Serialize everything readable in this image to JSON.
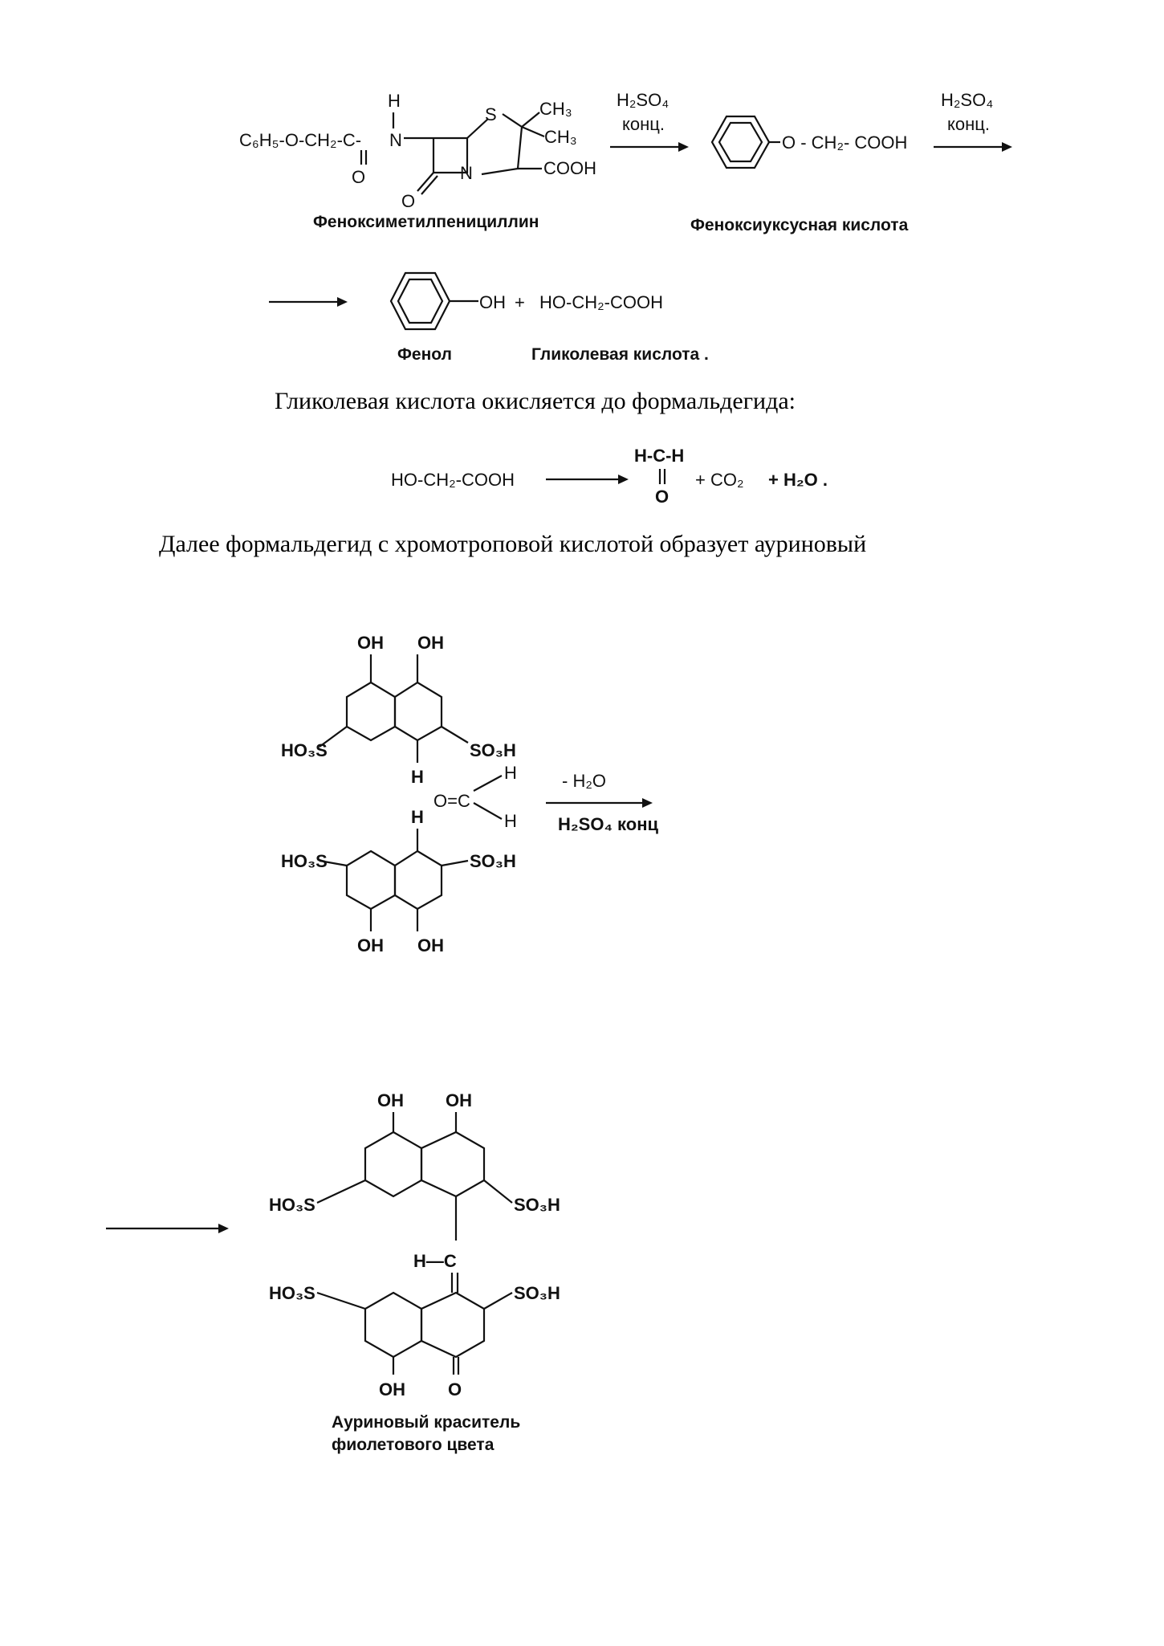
{
  "reaction1": {
    "reactant_chain": "C₆H₅-O-CH₂-C-",
    "n_atom": "N",
    "h_atom": "H",
    "o_atom": "O",
    "s_atom": "S",
    "ch3": "CH₃",
    "cooh": "COOH",
    "reagent_top": "H₂SO₄",
    "reagent_bottom": "конц.",
    "reactant_name": "Феноксиметилпенициллин",
    "product_tail": "O - CH₂- COOH",
    "product_name": "Феноксиуксусная кислота"
  },
  "reaction2": {
    "oh": "OH",
    "plus": "+",
    "glycolic": "HO-CH₂-COOH",
    "phenol_name": "Фенол",
    "glycolic_name": "Гликолевая кислота ."
  },
  "text": {
    "oxidation_line": "Гликолевая кислота окисляется до формальдегида:",
    "chromotropic_line": "Далее формальдегид с хромотроповой кислотой образует ауриновый"
  },
  "reaction3": {
    "reactant": "HO-CH₂-COOH",
    "hch": "H-C-H",
    "o": "O",
    "co2": "+ CO₂",
    "h2o": "+ H₂O ."
  },
  "reaction4": {
    "oh": "OH",
    "ho3s": "HO₃S",
    "so3h": "SO₃H",
    "h": "H",
    "aldehyde": "O=C",
    "cond_top": "- H₂O",
    "cond_bottom": "H₂SO₄ конц"
  },
  "product": {
    "hc": "H—C",
    "o": "O",
    "name_line1": "Ауриновый краситель",
    "name_line2": "фиолетового цвета"
  }
}
